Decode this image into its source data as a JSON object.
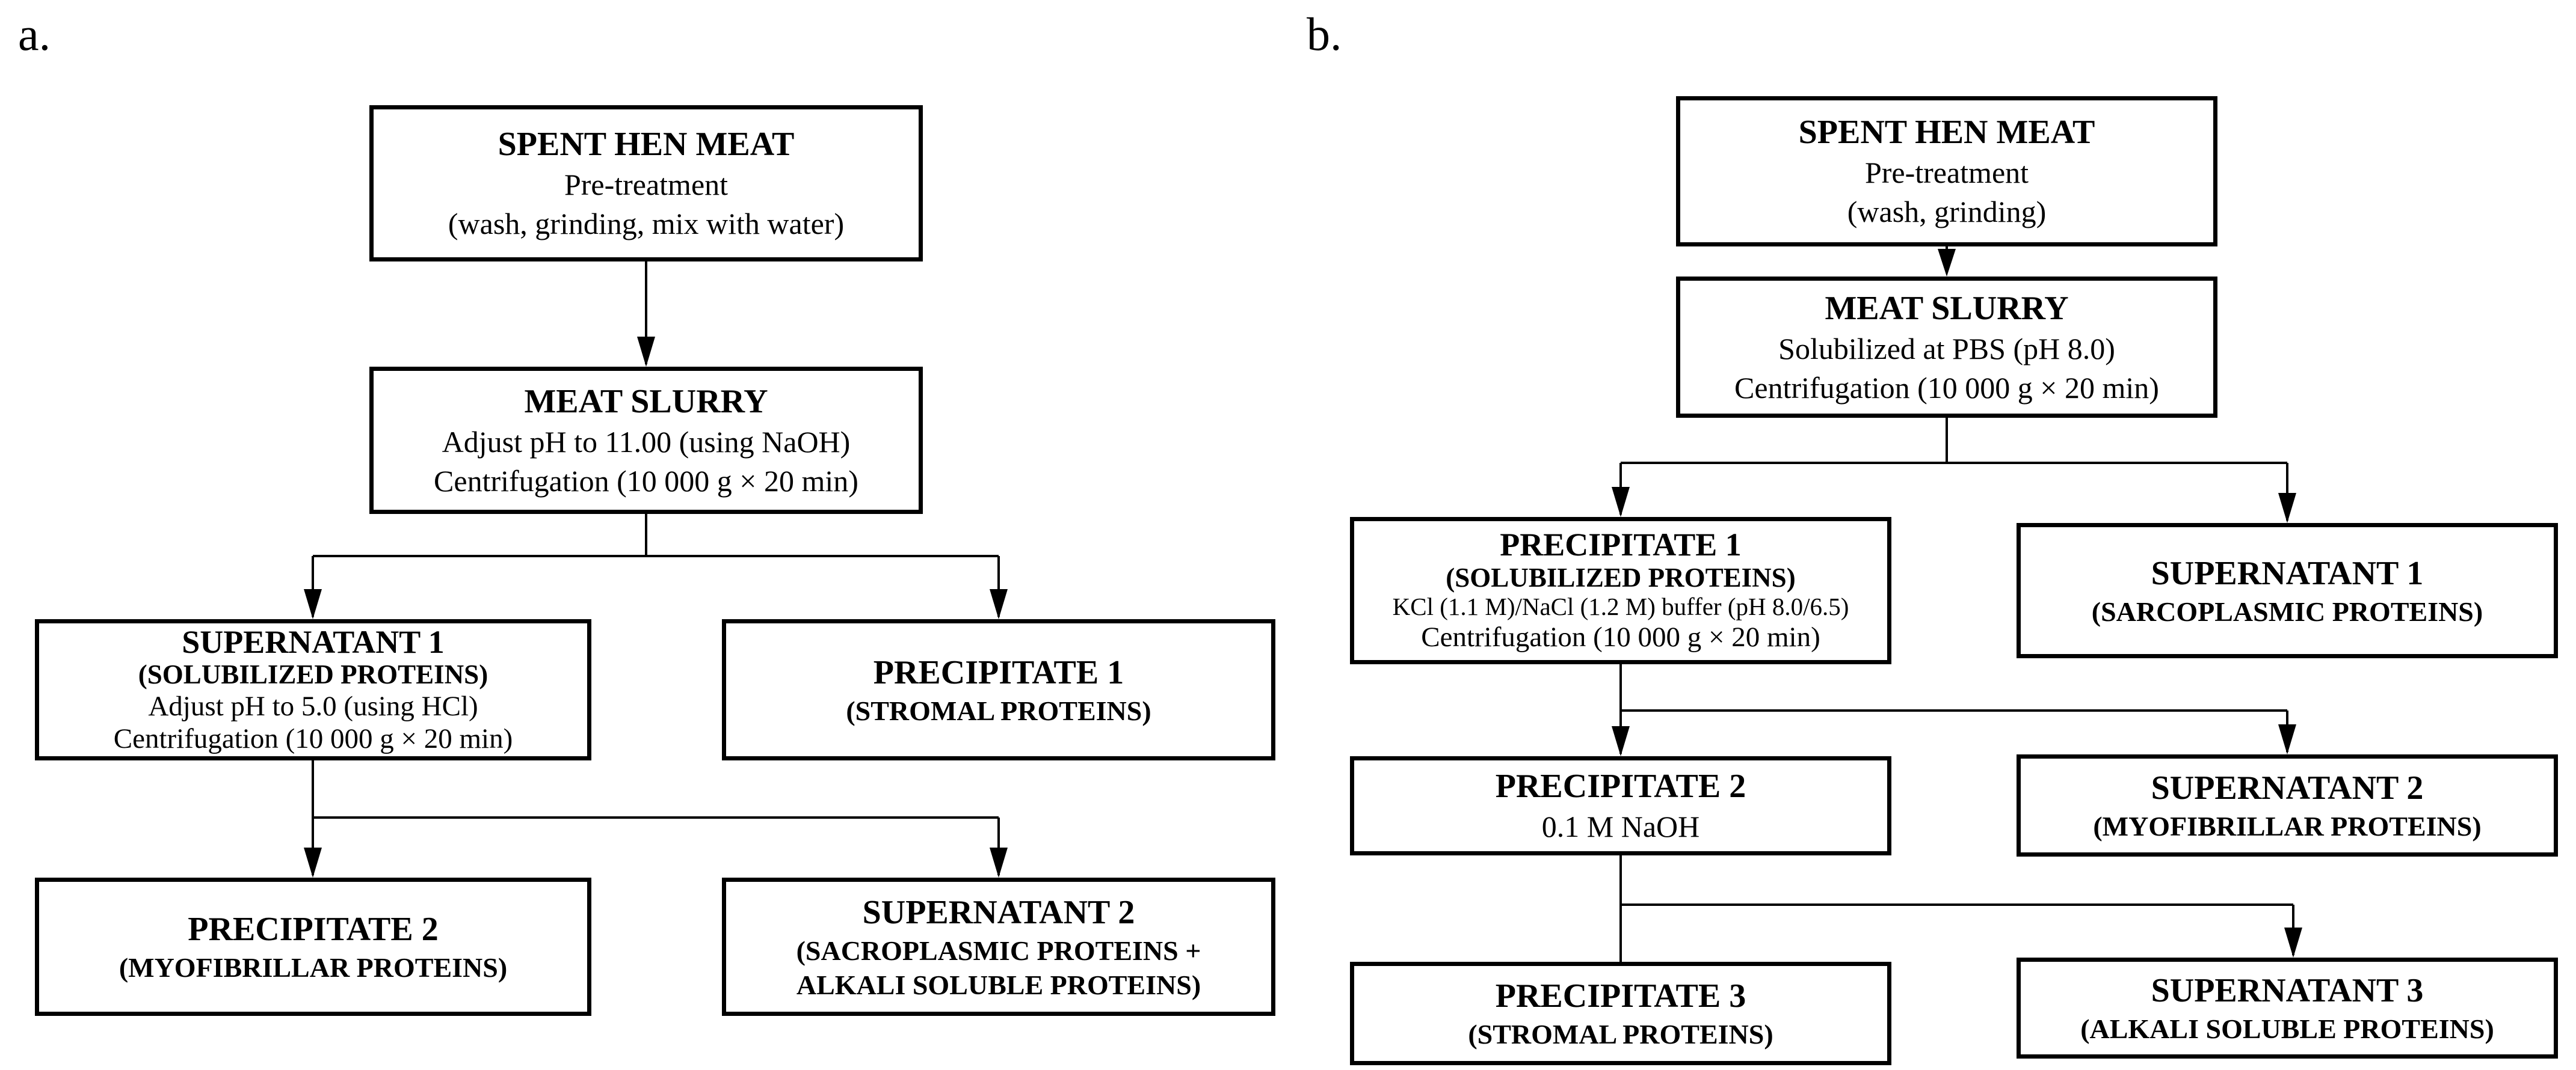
{
  "figure": {
    "type": "flowchart",
    "description": "Two protein-extraction process flow diagrams from spent hen meat"
  },
  "colors": {
    "background": "#ffffff",
    "box_border": "#000000",
    "line": "#000000",
    "text": "#000000"
  },
  "panels": {
    "a": {
      "label": "a."
    },
    "b": {
      "label": "b."
    }
  },
  "boxes": {
    "a1": {
      "title": "SPENT HEN MEAT",
      "lines": [
        {
          "text": "Pre-treatment",
          "style": "regular"
        },
        {
          "text": "(wash, grinding, mix with water)",
          "style": "regular"
        }
      ]
    },
    "a2": {
      "title": "MEAT SLURRY",
      "lines": [
        {
          "text": "Adjust pH to 11.00 (using NaOH)",
          "style": "regular"
        },
        {
          "text": "Centrifugation (10 000 g × 20 min)",
          "style": "regular"
        }
      ]
    },
    "a3": {
      "title": "SUPERNATANT 1",
      "lines": [
        {
          "text": "(SOLUBILIZED PROTEINS)",
          "style": "boldsub"
        },
        {
          "text": "Adjust pH to 5.0 (using HCl)",
          "style": "regular"
        },
        {
          "text": "Centrifugation (10 000 g × 20 min)",
          "style": "regular"
        }
      ]
    },
    "a4": {
      "title": "PRECIPITATE 1",
      "lines": [
        {
          "text": "(STROMAL PROTEINS)",
          "style": "boldsub"
        }
      ]
    },
    "a5": {
      "title": "PRECIPITATE 2",
      "lines": [
        {
          "text": "(MYOFIBRILLAR PROTEINS)",
          "style": "boldsub"
        }
      ]
    },
    "a6": {
      "title": "SUPERNATANT 2",
      "lines": [
        {
          "text": "(SACROPLASMIC PROTEINS +",
          "style": "boldsub"
        },
        {
          "text": "ALKALI SOLUBLE PROTEINS)",
          "style": "boldsub"
        }
      ]
    },
    "b1": {
      "title": "SPENT HEN MEAT",
      "lines": [
        {
          "text": "Pre-treatment",
          "style": "regular"
        },
        {
          "text": "(wash, grinding)",
          "style": "regular"
        }
      ]
    },
    "b2": {
      "title": "MEAT SLURRY",
      "lines": [
        {
          "text": "Solubilized at PBS (pH 8.0)",
          "style": "regular"
        },
        {
          "text": "Centrifugation (10 000 g × 20 min)",
          "style": "regular"
        }
      ]
    },
    "b3": {
      "title": "PRECIPITATE 1",
      "lines": [
        {
          "text": "(SOLUBILIZED PROTEINS)",
          "style": "boldsub"
        },
        {
          "text": "KCl (1.1 M)/NaCl (1.2 M) buffer (pH 8.0/6.5)",
          "style": "regular-fit"
        },
        {
          "text": "Centrifugation (10 000 g × 20 min)",
          "style": "regular"
        }
      ]
    },
    "b4": {
      "title": "SUPERNATANT 1",
      "lines": [
        {
          "text": "(SARCOPLASMIC PROTEINS)",
          "style": "boldsub"
        }
      ]
    },
    "b5": {
      "title": "PRECIPITATE 2",
      "lines": [
        {
          "text": "0.1 M NaOH",
          "style": "regular"
        }
      ]
    },
    "b6": {
      "title": "SUPERNATANT 2",
      "lines": [
        {
          "text": "(MYOFIBRILLAR PROTEINS)",
          "style": "boldsub"
        }
      ]
    },
    "b7": {
      "title": "PRECIPITATE 3",
      "lines": [
        {
          "text": "(STROMAL PROTEINS)",
          "style": "boldsub"
        }
      ]
    },
    "b8": {
      "title": "SUPERNATANT 3",
      "lines": [
        {
          "text": "(ALKALI SOLUBLE PROTEINS)",
          "style": "boldsub"
        }
      ]
    }
  },
  "flow": [
    {
      "from": "a1",
      "to": "a2",
      "arrow": true
    },
    {
      "from": "a2",
      "to": "a3",
      "arrow": true
    },
    {
      "from": "a2",
      "to": "a4",
      "arrow": true
    },
    {
      "from": "a3",
      "to": "a5",
      "arrow": true
    },
    {
      "from": "a3",
      "to": "a6",
      "arrow": true
    },
    {
      "from": "b1",
      "to": "b2",
      "arrow": true
    },
    {
      "from": "b2",
      "to": "b3",
      "arrow": true
    },
    {
      "from": "b2",
      "to": "b4",
      "arrow": true
    },
    {
      "from": "b3",
      "to": "b5",
      "arrow": true
    },
    {
      "from": "b3",
      "to": "b6",
      "arrow": true
    },
    {
      "from": "b5",
      "to": "b7",
      "arrow": false
    },
    {
      "from": "b5",
      "to": "b8",
      "arrow": true
    }
  ]
}
